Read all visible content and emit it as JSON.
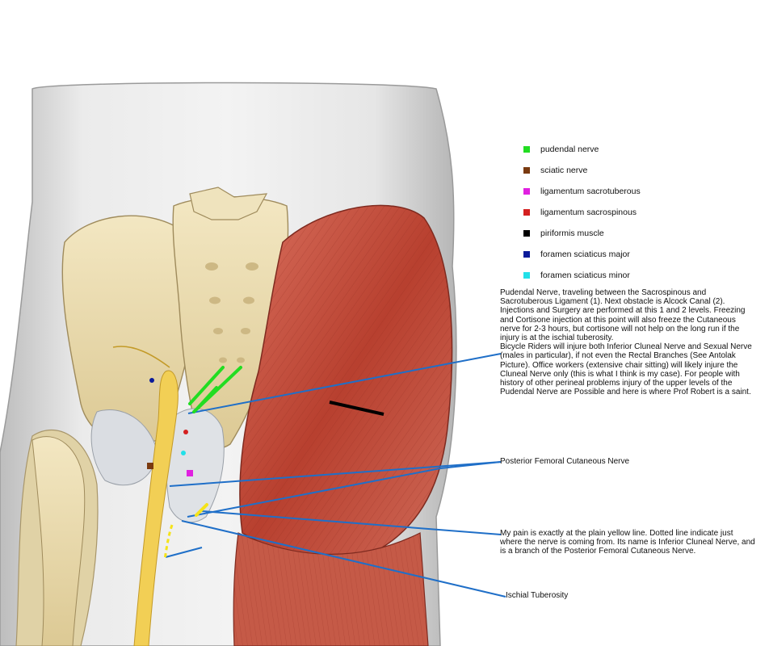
{
  "legend": {
    "items": [
      {
        "label": "pudendal nerve",
        "color": "#22dd22"
      },
      {
        "label": "sciatic nerve",
        "color": "#7a3a10"
      },
      {
        "label": "ligamentum sacrotuberous",
        "color": "#e020e0"
      },
      {
        "label": "ligamentum sacrospinous",
        "color": "#d42020"
      },
      {
        "label": "piriformis muscle",
        "color": "#000000"
      },
      {
        "label": "foramen sciaticus major",
        "color": "#0a1a9a"
      },
      {
        "label": "foramen sciaticus minor",
        "color": "#22e0e8"
      }
    ]
  },
  "annotations": {
    "main": "Pudendal Nerve, traveling between the Sacrospinous and Sacrotuberous Ligament (1). Next obstacle is Alcock Canal (2). Injections and Surgery are performed at this 1 and 2 levels. Freezing and Cortisone injection at this point will also freeze the Cutaneous nerve for 2-3 hours, but cortisone will not help on the long run if the injury is at the ischial tuberosity.",
    "bicycle": "Bicycle Riders will injure both Inferior Cluneal Nerve and Sexual Nerve (males in particular), if not even the Rectal Branches (See Antolak Picture). Office workers (extensive chair sitting) will likely injure the Cluneal Nerve only (this is what I think is my case). For people with history of other perineal problems injury of the upper levels of the Pudendal Nerve are Possible and here is where Prof Robert is a saint.",
    "pfcn": "Posterior Femoral Cutaneous Nerve",
    "pain": "My pain is exactly at the plain yellow line. Dotted line indicate just where the nerve is coming from. Its name is Inferior Cluneal Nerve, and is a branch of the Posterior Femoral Cutaneous Nerve.",
    "ischial": "Ischial Tuberosity"
  },
  "colors": {
    "pointer_line": "#1f6fc8",
    "pain_line": "#f5e31a",
    "skin": "#e8e8e8",
    "bone": "#eedfb0",
    "muscle": "#c24a3c"
  }
}
